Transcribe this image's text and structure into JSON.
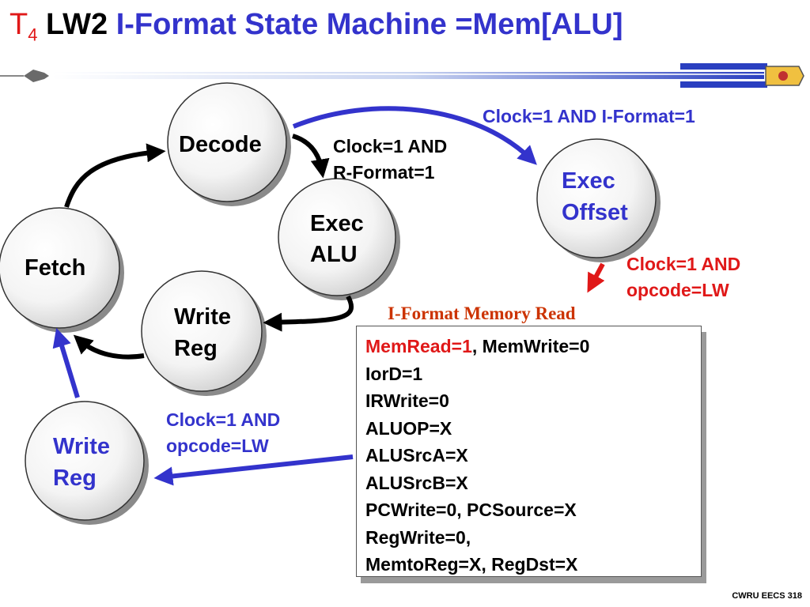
{
  "title": {
    "prefix": "T",
    "prefix_sub": "4",
    "lw": "LW2",
    "main": "I-Format State Machine =Mem[ALU]"
  },
  "nodes": {
    "decode": "Decode",
    "exec_alu_1": "Exec",
    "exec_alu_2": "ALU",
    "exec_offset_1": "Exec",
    "exec_offset_2": "Offset",
    "fetch": "Fetch",
    "write_reg_1": "Write",
    "write_reg_2": "Reg",
    "write_reg_lw_1": "Write",
    "write_reg_lw_2": "Reg"
  },
  "edge_labels": {
    "iformat": "Clock=1 AND I-Format=1",
    "rformat_1": "Clock=1 AND",
    "rformat_2": "R-Format=1",
    "lw_offset_1": "Clock=1 AND",
    "lw_offset_2": "opcode=LW",
    "lw_write_1": "Clock=1 AND",
    "lw_write_2": "opcode=LW"
  },
  "memory_read": {
    "title": "I-Format Memory Read",
    "memread": "MemRead=1",
    "memwrite": ", MemWrite=0",
    "lines": [
      "IorD=1",
      "IRWrite=0",
      "ALUOP=X",
      "ALUSrcA=X",
      "ALUSrcB=X",
      "PCWrite=0, PCSource=X",
      "RegWrite=0,",
      "MemtoReg=X, RegDst=X"
    ]
  },
  "footer": "CWRU EECS 318",
  "colors": {
    "title_blue": "#3333cc",
    "title_red": "#e01818",
    "arrow_blue": "#3333cc",
    "arrow_red": "#e01818",
    "memtitle": "#cc3300"
  }
}
